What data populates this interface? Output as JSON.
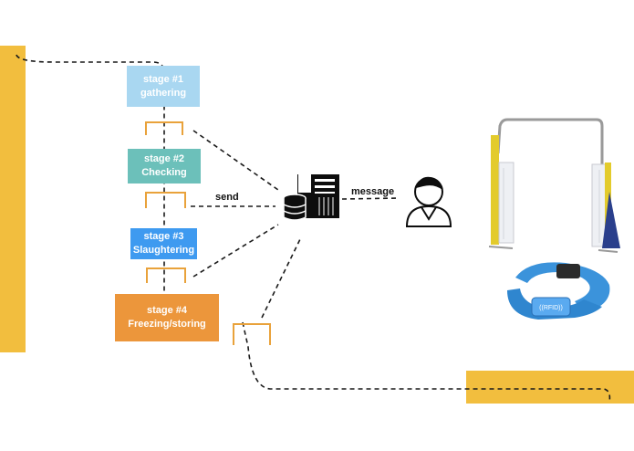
{
  "colors": {
    "band": "#F2BE3E",
    "stage1": "#A9D7F1",
    "stage2": "#6CC0BA",
    "stage3": "#3E9AF0",
    "stage4": "#EC963B",
    "gate": "#E9A23B",
    "line": "#1a1a1a"
  },
  "stages": [
    {
      "number": "stage #1",
      "name": "gathering"
    },
    {
      "number": "stage #2",
      "name": "Checking"
    },
    {
      "number": "stage #3",
      "name": "Slaughtering"
    },
    {
      "number": "stage #4",
      "name": "Freezing/storing"
    }
  ],
  "labels": {
    "send": "send",
    "message": "message"
  },
  "icons": {
    "server": "server-database-icon",
    "person": "person-icon",
    "gate": "rfid-gate-icon",
    "wristband": "rfid-wristband-icon"
  },
  "wristband": {
    "tag_text": "((RFID))"
  }
}
